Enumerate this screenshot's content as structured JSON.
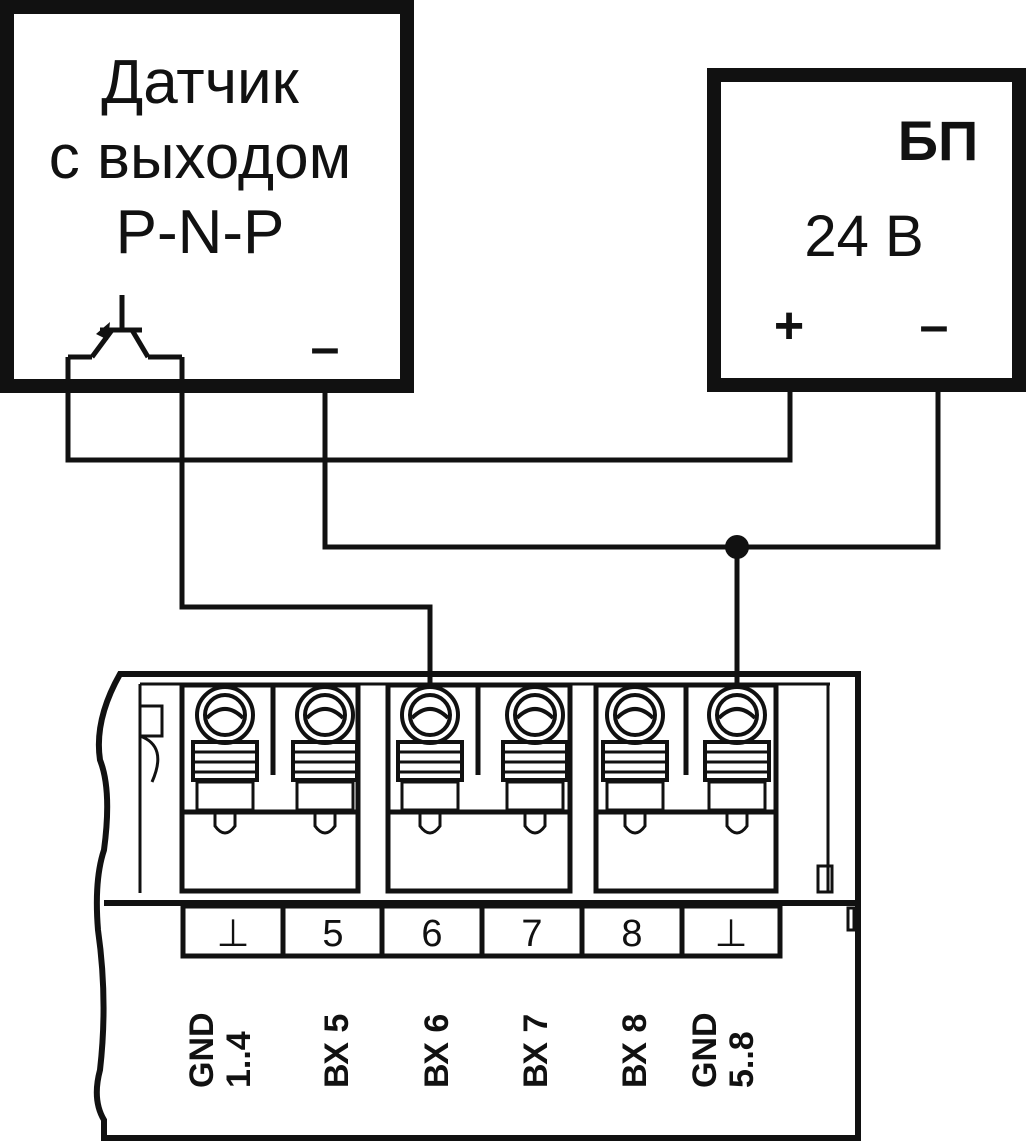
{
  "sensor": {
    "line1": "Датчик",
    "line2": "с выходом",
    "line3": "P-N-P",
    "minus": "–"
  },
  "power_supply": {
    "title": "БП",
    "voltage": "24 В",
    "plus": "+",
    "minus": "–"
  },
  "terminals": [
    {
      "number": "⊥",
      "label1": "GND",
      "label2": "1..4"
    },
    {
      "number": "5",
      "label1": "ВХ 5",
      "label2": ""
    },
    {
      "number": "6",
      "label1": "ВХ 6",
      "label2": ""
    },
    {
      "number": "7",
      "label1": "ВХ 7",
      "label2": ""
    },
    {
      "number": "8",
      "label1": "ВХ 8",
      "label2": ""
    },
    {
      "number": "⊥",
      "label1": "GND",
      "label2": "5..8"
    }
  ],
  "colors": {
    "line": "#111111",
    "background": "#ffffff"
  }
}
